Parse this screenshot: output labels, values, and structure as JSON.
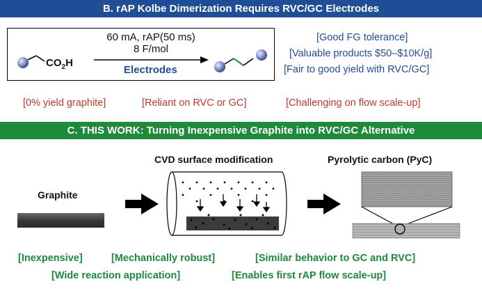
{
  "section_b": {
    "title": "B. rAP Kolbe Dimerization Requires RVC/GC Electrodes",
    "reactant_label_main": "CO",
    "reactant_label_sub": "2",
    "reactant_label_end": "H",
    "condition_line1": "60 mA, rAP(50 ms)",
    "condition_line2": "8 F/mol",
    "condition_line3": "Electrodes",
    "advantages": [
      "[Good FG tolerance]",
      "[Valuable products $50–$10K/g]",
      "[Fair to good yield with RVC/GC]"
    ],
    "limitations": [
      "[0% yield graphite]",
      "[Reliant on RVC or GC]",
      "[Challenging on flow scale-up]"
    ]
  },
  "section_c": {
    "title": "C. THIS WORK: Turning Inexpensive Graphite into RVC/GC Alternative",
    "graphite_label": "Graphite",
    "cvd_label": "CVD surface modification",
    "pyc_label": "Pyrolytic carbon (PyC)",
    "benefits_row1": [
      "[Inexpensive]",
      "[Mechanically robust]",
      "[Similar behavior to GC and RVC]"
    ],
    "benefits_row2": [
      "[Wide reaction application]",
      "[Enables first rAP flow scale-up]"
    ]
  },
  "colors": {
    "banner_b": "#1f4e96",
    "banner_c": "#1f8a3b",
    "blue_text": "#1f4e96",
    "red_text": "#c0392b",
    "green_text": "#1f8a3b",
    "sphere": "#7f8fc9",
    "bond_green": "#2a9a3a"
  }
}
